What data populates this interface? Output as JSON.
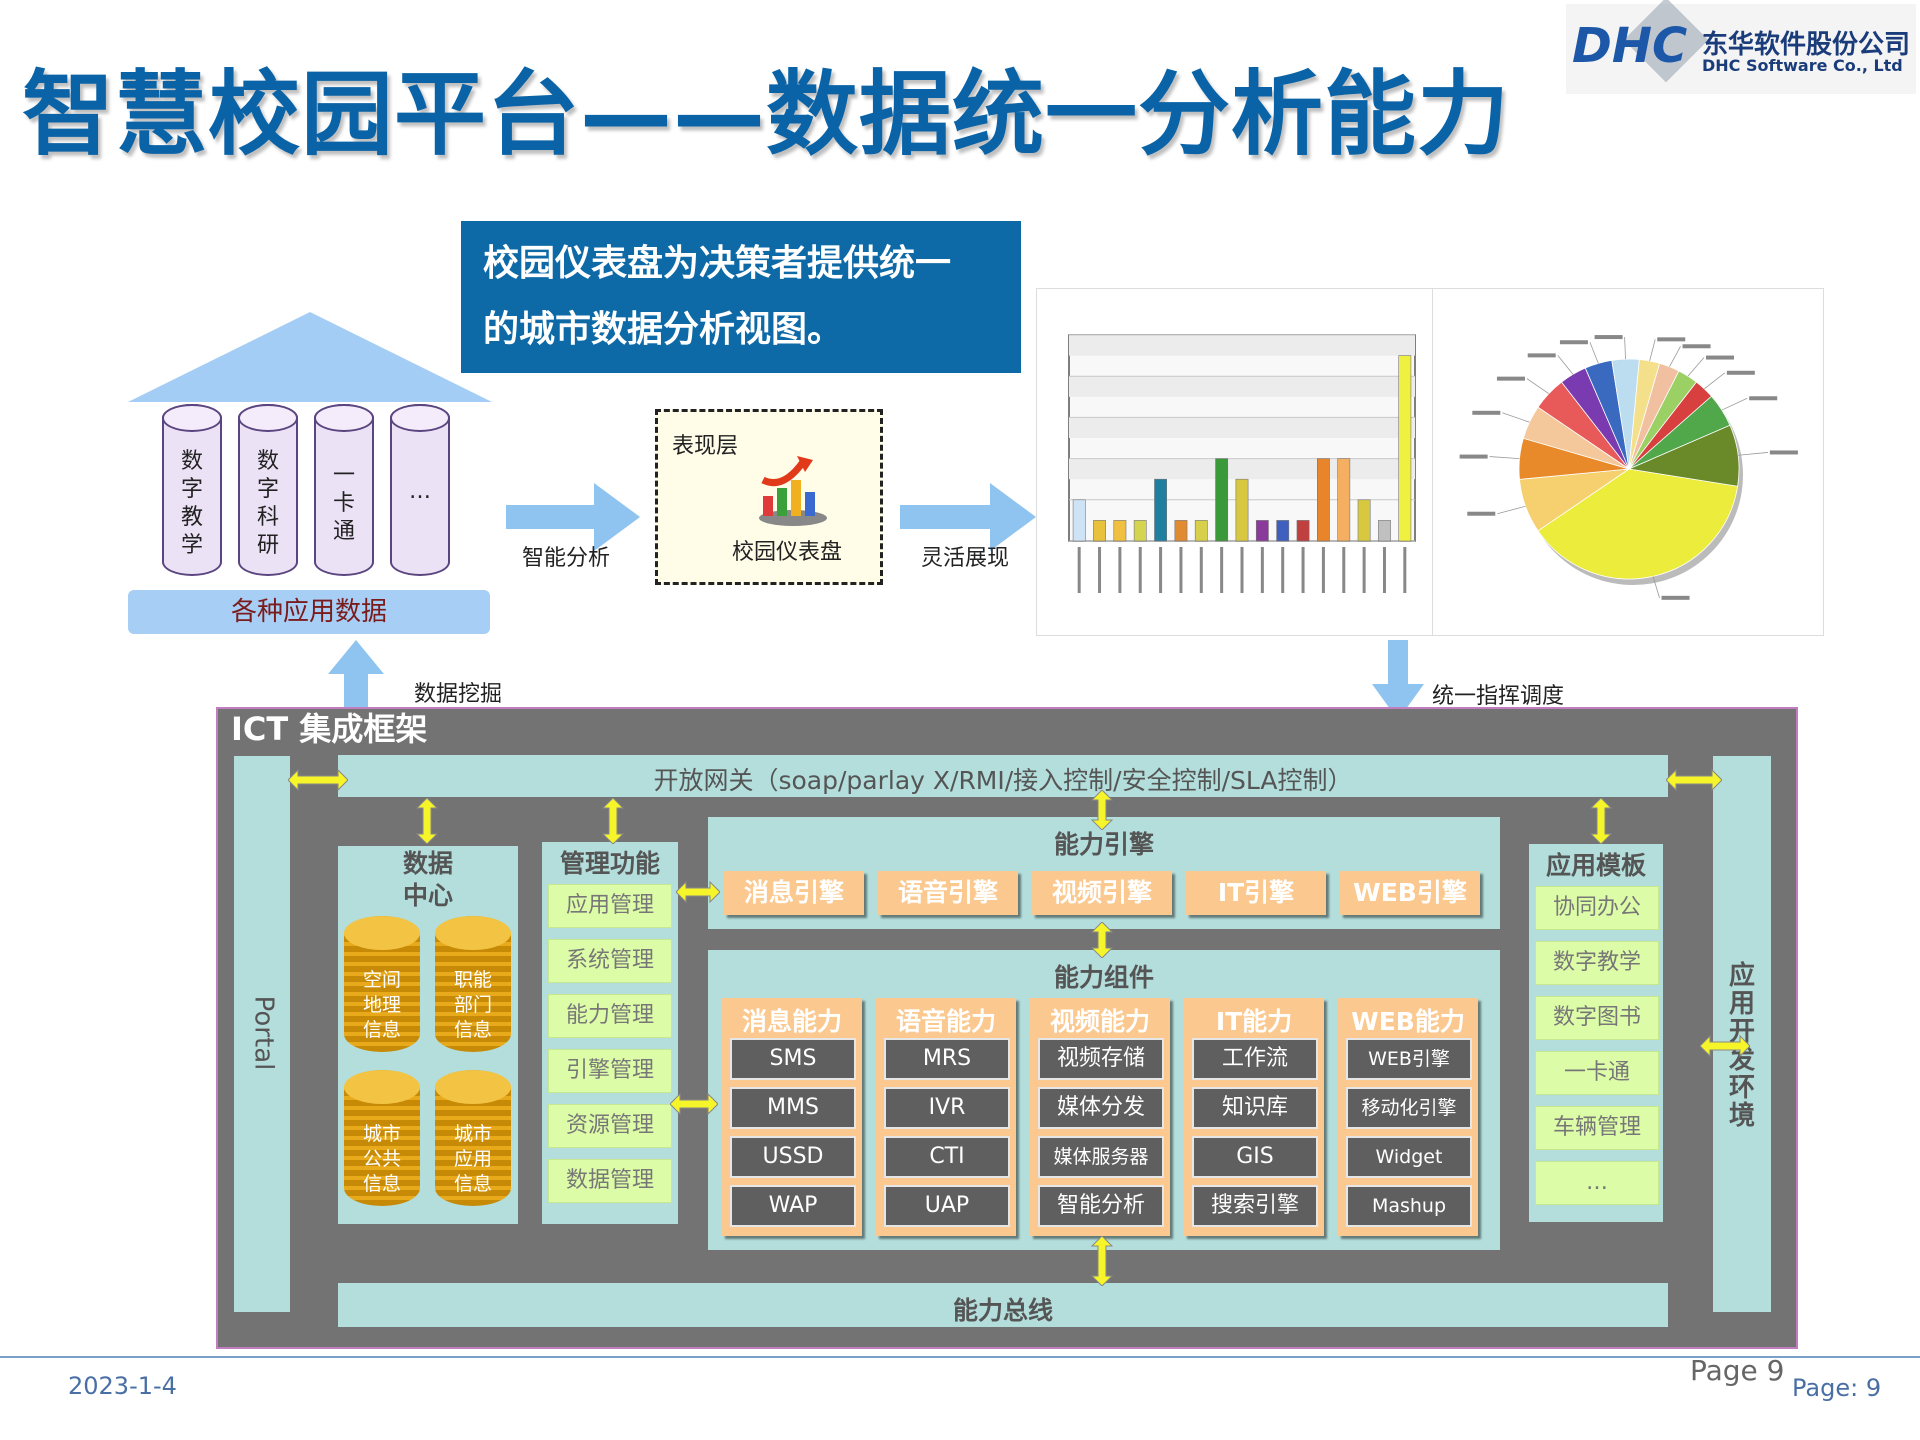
{
  "title": "智慧校园平台——数据统一分析能力",
  "logo": {
    "mark": "DHC",
    "name_cn": "东华软件股份公司",
    "name_en": "DHC Software Co., Ltd"
  },
  "callout": {
    "line1": "校园仪表盘为决策者提供统一",
    "line2": "的城市数据分析视图。"
  },
  "databases": [
    {
      "label": "数\n字\n教\n学"
    },
    {
      "label": "数\n字\n科\n研"
    },
    {
      "label": "一\n卡\n通"
    },
    {
      "label": "…"
    }
  ],
  "app_data_label": "各种应用数据",
  "flow": {
    "analysis": "智能分析",
    "display": "灵活展现",
    "mining": "数据挖掘",
    "dispatch": "统一指挥调度"
  },
  "presentation": {
    "layer": "表现层",
    "dashboard": "校园仪表盘"
  },
  "chart_data": [
    {
      "type": "bar",
      "values": [
        2,
        1,
        1,
        1,
        3,
        1,
        1,
        4,
        3,
        1,
        1,
        1,
        4,
        4,
        2,
        1,
        9
      ],
      "ylim": [
        0,
        10
      ],
      "colors": [
        "#cfe3f6",
        "#e8c23a",
        "#f0c040",
        "#d4d450",
        "#1f7fa0",
        "#e08b2f",
        "#d8d04a",
        "#3a9a3a",
        "#d8c840",
        "#8a3a9a",
        "#4060c0",
        "#c04040",
        "#e8842a",
        "#f4b060",
        "#d8c840",
        "#c0c0c0",
        "#f0f040"
      ]
    },
    {
      "type": "pie",
      "values": [
        38,
        8,
        6,
        5,
        5,
        4,
        4,
        4,
        3,
        3,
        3,
        3,
        5,
        9
      ],
      "colors": [
        "#ecec3c",
        "#f6cf6e",
        "#e88a2a",
        "#f4c89a",
        "#e85a5a",
        "#7a3ab0",
        "#3a6ac0",
        "#bcdcf0",
        "#f4e08a",
        "#f0c0a0",
        "#9ad064",
        "#d84040",
        "#50a84a",
        "#6a8a2a"
      ]
    }
  ],
  "ict": {
    "title": "ICT 集成框架",
    "gateway": "开放网关（soap/parlay X/RMI/接入控制/安全控制/SLA控制）",
    "portal": "Portal",
    "dev_env": "应\n用\n开\n发\n环\n境",
    "bus": "能力总线",
    "data_center": {
      "title": "数据\n中心",
      "items": [
        "空间\n地理\n信息",
        "职能\n部门\n信息",
        "城市\n公共\n信息",
        "城市\n应用\n信息"
      ]
    },
    "management": {
      "title": "管理功能",
      "items": [
        "应用管理",
        "系统管理",
        "能力管理",
        "引擎管理",
        "资源管理",
        "数据管理"
      ]
    },
    "engines": {
      "title": "能力引擎",
      "items": [
        "消息引擎",
        "语音引擎",
        "视频引擎",
        "IT引擎",
        "WEB引擎"
      ]
    },
    "components": {
      "title": "能力组件",
      "columns": [
        {
          "name": "消息能力",
          "items": [
            "SMS",
            "MMS",
            "USSD",
            "WAP"
          ]
        },
        {
          "name": "语音能力",
          "items": [
            "MRS",
            "IVR",
            "CTI",
            "UAP"
          ]
        },
        {
          "name": "视频能力",
          "items": [
            "视频存储",
            "媒体分发",
            "媒体服务器",
            "智能分析"
          ]
        },
        {
          "name": "IT能力",
          "items": [
            "工作流",
            "知识库",
            "GIS",
            "搜索引擎"
          ]
        },
        {
          "name": "WEB能力",
          "items": [
            "WEB引擎",
            "移动化引擎",
            "Widget",
            "Mashup"
          ]
        }
      ]
    },
    "templates": {
      "title": "应用模板",
      "items": [
        "协同办公",
        "数字教学",
        "数字图书",
        "一卡通",
        "车辆管理",
        "…"
      ]
    }
  },
  "footer": {
    "date": "2023-1-4",
    "page_big": "Page 9",
    "page_small": "Page: 9"
  }
}
